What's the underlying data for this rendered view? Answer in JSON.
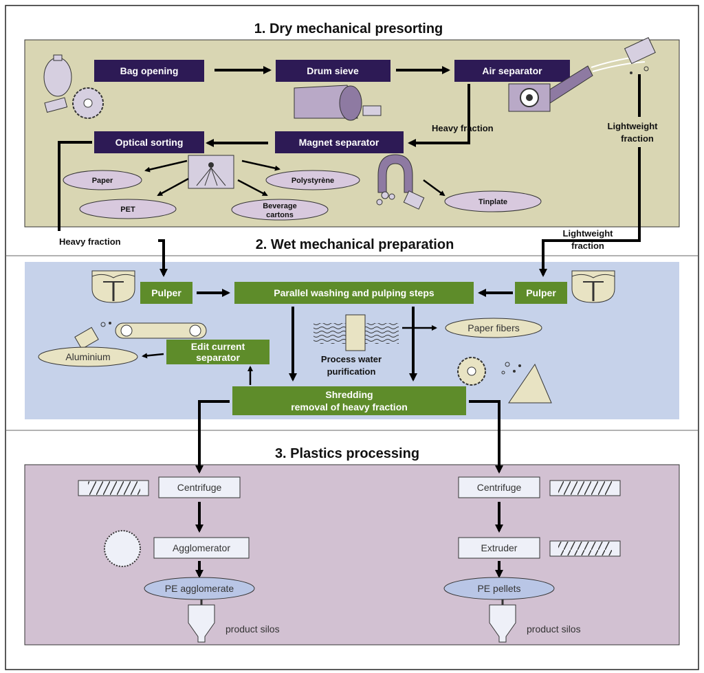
{
  "sections": {
    "dry": {
      "title": "1. Dry mechanical presorting"
    },
    "wet": {
      "title": "2. Wet mechanical preparation"
    },
    "plastics": {
      "title": "3. Plastics processing"
    }
  },
  "dry": {
    "bag_opening": "Bag opening",
    "drum_sieve": "Drum sieve",
    "air_separator": "Air separator",
    "heavy_fraction": "Heavy fraction",
    "lightweight_fraction_1": "Lightweight",
    "lightweight_fraction_2": "fraction",
    "optical_sorting": "Optical sorting",
    "magnet_separator": "Magnet separator",
    "outputs": {
      "paper": "Paper",
      "polystyrene": "Polystyrène",
      "pet": "PET",
      "beverage_1": "Beverage",
      "beverage_2": "cartons",
      "tinplate": "Tinplate"
    }
  },
  "transitions": {
    "heavy_fraction": "Heavy fraction",
    "lightweight_1": "Lightweight",
    "lightweight_2": "fraction"
  },
  "wet": {
    "pulper_left": "Pulper",
    "pulper_right": "Pulper",
    "parallel": "Parallel washing and pulping steps",
    "edit_current_1": "Edit current",
    "edit_current_2": "separator",
    "aluminium": "Aluminium",
    "paper_fibers": "Paper fibers",
    "process_water_1": "Process water",
    "process_water_2": "purification",
    "shredding_1": "Shredding",
    "shredding_2": "removal of heavy fraction"
  },
  "plastics": {
    "left": {
      "centrifuge": "Centrifuge",
      "agglomerator": "Agglomerator",
      "product": "PE agglomerate",
      "silos": "product silos"
    },
    "right": {
      "centrifuge": "Centrifuge",
      "extruder": "Extruder",
      "product": "PE pellets",
      "silos": "product silos"
    }
  },
  "colors": {
    "dry_bg": "#d9d6b3",
    "wet_bg": "#c6d2ea",
    "plastics_bg": "#d2c1d2",
    "navy": "#2d1a55",
    "green": "#5e8c2a",
    "oval": "#d8c9de",
    "plastic_oval": "#b9c6e6"
  }
}
